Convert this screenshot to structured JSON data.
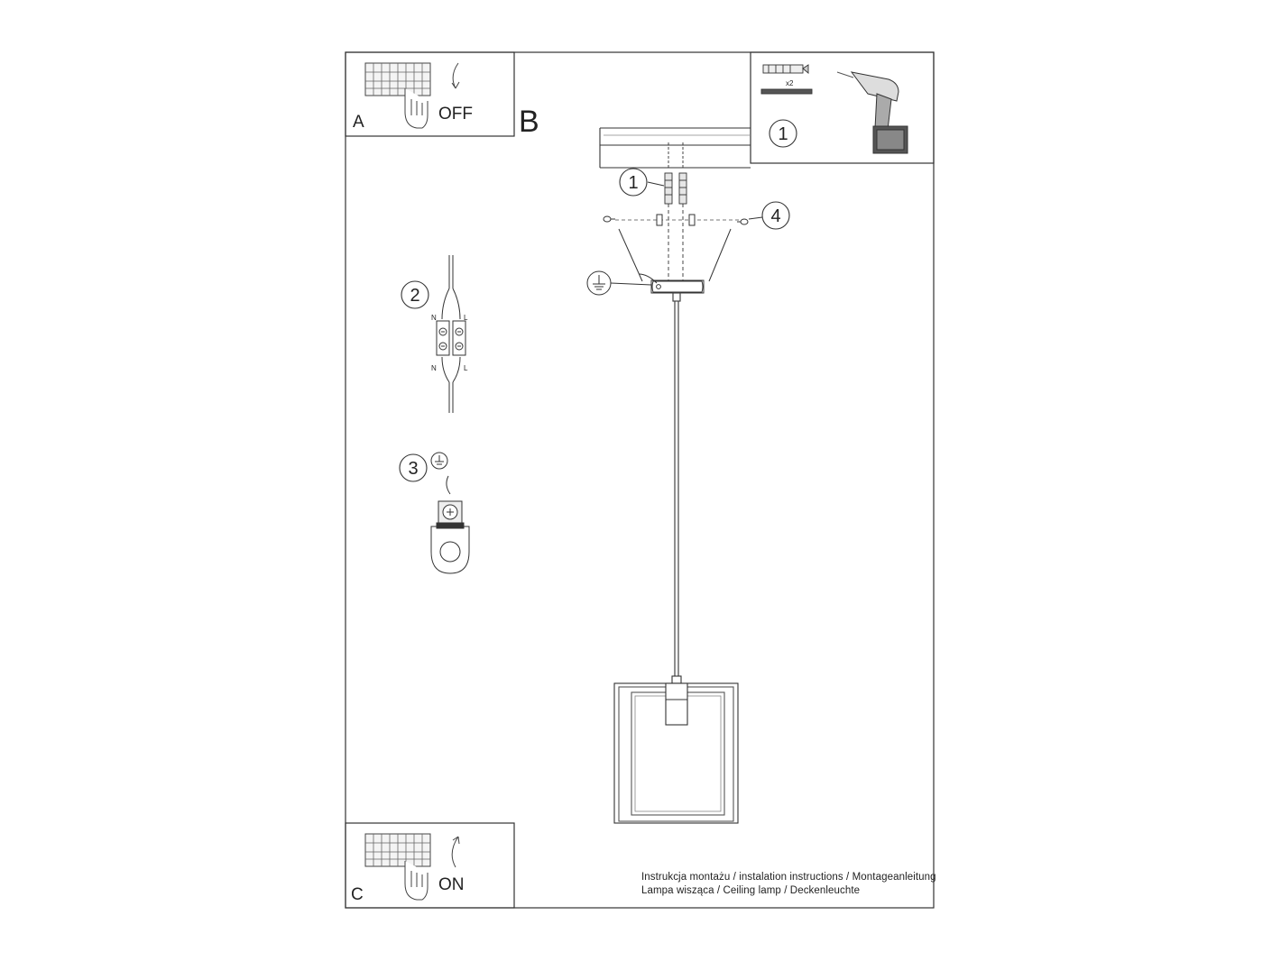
{
  "panels": {
    "a": {
      "letter": "A",
      "action": "OFF"
    },
    "b": {
      "letter": "B"
    },
    "c": {
      "letter": "C",
      "action": "ON"
    }
  },
  "steps": {
    "inset_step": "1",
    "inset_qty": "x2",
    "dowels_step": "1",
    "bracket_screws_step": "4",
    "wiring_step": "2",
    "ground_step": "3"
  },
  "terminal_labels": {
    "n": "N",
    "l": "L"
  },
  "footer": {
    "line1": "Instrukcja montażu / instalation instructions / Montageanleitung",
    "line2": "Lampa wisząca / Ceiling lamp / Deckenleuchte"
  }
}
